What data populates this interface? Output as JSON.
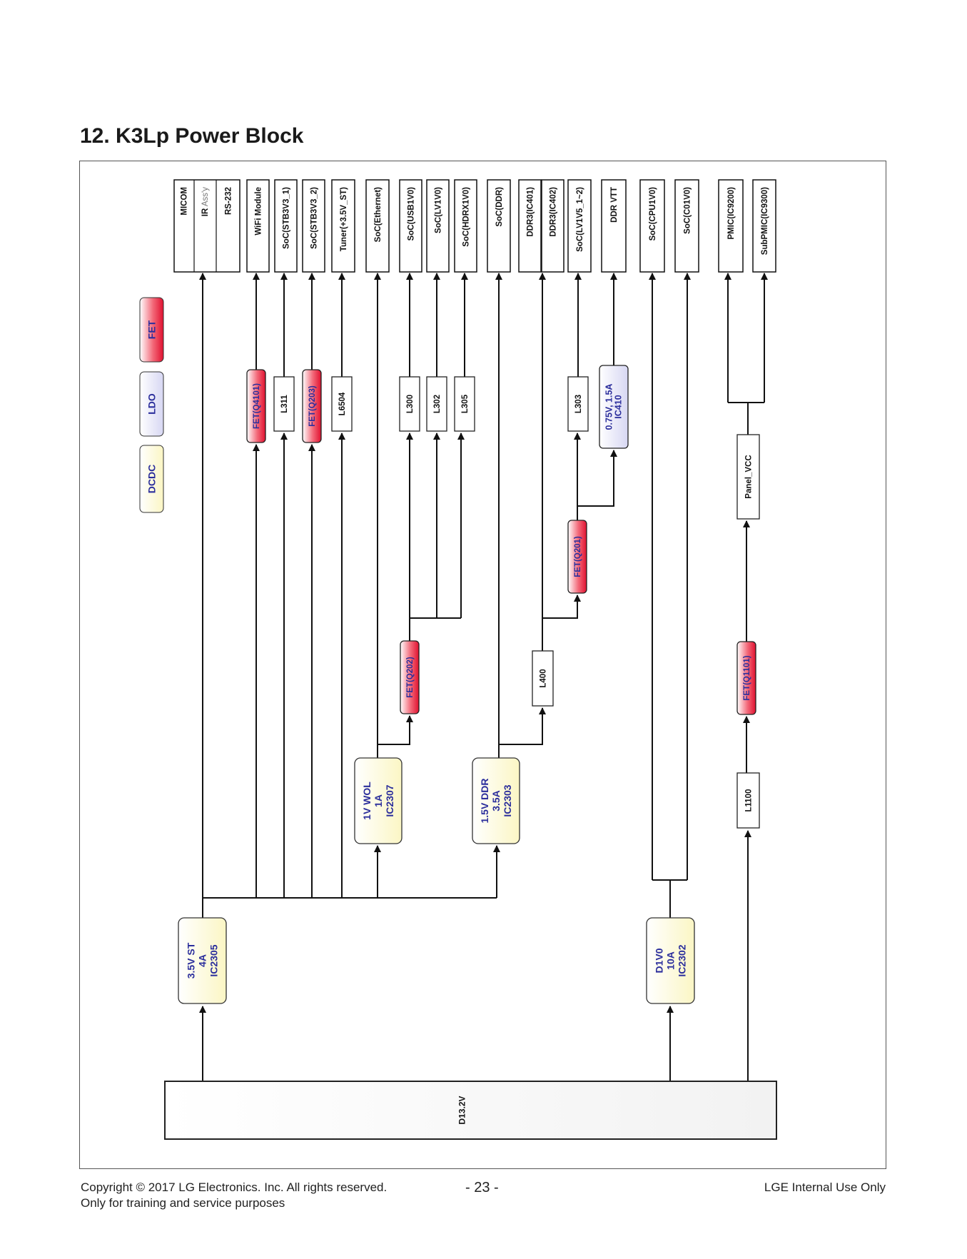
{
  "page": {
    "title": "12. K3Lp Power Block",
    "footer": {
      "copyright": "Copyright  © 2017  LG Electronics. Inc. All rights reserved.",
      "training": "Only for training and service purposes",
      "page_number": "- 23 -",
      "internal": "LGE Internal Use Only"
    }
  },
  "colors": {
    "line": "#111111",
    "blue_text": "#2b2e9c",
    "fet_red": "#e0102f",
    "ldo_blue": "#d7d7f3",
    "dcdc_yellow": "#fbf6c4"
  },
  "legend": [
    {
      "label": "FET",
      "kind": "fet"
    },
    {
      "label": "LDO",
      "kind": "ldo"
    },
    {
      "label": "DCDC",
      "kind": "dcdc"
    }
  ],
  "loads": [
    {
      "id": "micom",
      "label": "MICOM"
    },
    {
      "id": "ir",
      "label": "IR",
      "label_suffix": " Ass'y"
    },
    {
      "id": "rs232",
      "label": "RS-232"
    },
    {
      "id": "wifi",
      "label": "WiFi Module"
    },
    {
      "id": "stb1",
      "label": "SoC(STB3V3_1)"
    },
    {
      "id": "stb2",
      "label": "SoC(STB3V3_2)"
    },
    {
      "id": "tuner",
      "label": "Tuner(+3.5V_ST)"
    },
    {
      "id": "eth",
      "label": "SoC(Ethernet)"
    },
    {
      "id": "usb",
      "label": "SoC(USB1V0)"
    },
    {
      "id": "lv1",
      "label": "SoC(LV1V0)"
    },
    {
      "id": "hdrx",
      "label": "SoC(HDRX1V0)"
    },
    {
      "id": "ddr",
      "label": "SoC(DDR)"
    },
    {
      "id": "ddr401",
      "label": "DDR3(IC401)"
    },
    {
      "id": "ddr402",
      "label": "DDR3(IC402)"
    },
    {
      "id": "lv15",
      "label": "SoC(LV1V5_1~2)"
    },
    {
      "id": "vtt",
      "label": "DDR VTT"
    },
    {
      "id": "cpu",
      "label": "SoC(CPU1V0)"
    },
    {
      "id": "core",
      "label": "SoC(C01V0)"
    },
    {
      "id": "pmic",
      "label": "PMIC(IC9200)"
    },
    {
      "id": "subpmic",
      "label": "SubPMIC(IC9300)"
    }
  ],
  "switches": [
    {
      "id": "q4101",
      "label": "FET(Q4101)",
      "kind": "fet"
    },
    {
      "id": "l311",
      "label": "L311",
      "kind": "inductor"
    },
    {
      "id": "q203",
      "label": "FET(Q203)",
      "kind": "fet"
    },
    {
      "id": "l6504",
      "label": "L6504",
      "kind": "inductor"
    },
    {
      "id": "l300",
      "label": "L300",
      "kind": "inductor"
    },
    {
      "id": "l302",
      "label": "L302",
      "kind": "inductor"
    },
    {
      "id": "l305",
      "label": "L305",
      "kind": "inductor"
    },
    {
      "id": "l303",
      "label": "L303",
      "kind": "inductor"
    },
    {
      "id": "ic410",
      "lines": [
        "0.75V, 1.5A",
        "IC410"
      ],
      "kind": "ldo"
    },
    {
      "id": "panel",
      "label": "Panel_VCC",
      "kind": "plain"
    },
    {
      "id": "q201",
      "label": "FET(Q201)",
      "kind": "fet"
    },
    {
      "id": "q202",
      "label": "FET(Q202)",
      "kind": "fet"
    },
    {
      "id": "l400",
      "label": "L400",
      "kind": "inductor"
    },
    {
      "id": "q1101",
      "label": "FET(Q1101)",
      "kind": "fet"
    },
    {
      "id": "l1100",
      "label": "L1100",
      "kind": "inductor"
    }
  ],
  "regulators": [
    {
      "id": "wol",
      "lines": [
        "1V WOL",
        "1A",
        "IC2307"
      ]
    },
    {
      "id": "ddr15",
      "lines": [
        "1.5V DDR",
        "3.5A",
        "IC2303"
      ]
    },
    {
      "id": "st35",
      "lines": [
        "3.5V ST",
        "4A",
        "IC2305"
      ]
    },
    {
      "id": "d1v0",
      "lines": [
        "D1V0",
        "10A",
        "IC2302"
      ]
    }
  ],
  "source": {
    "label": "D13.2V"
  }
}
